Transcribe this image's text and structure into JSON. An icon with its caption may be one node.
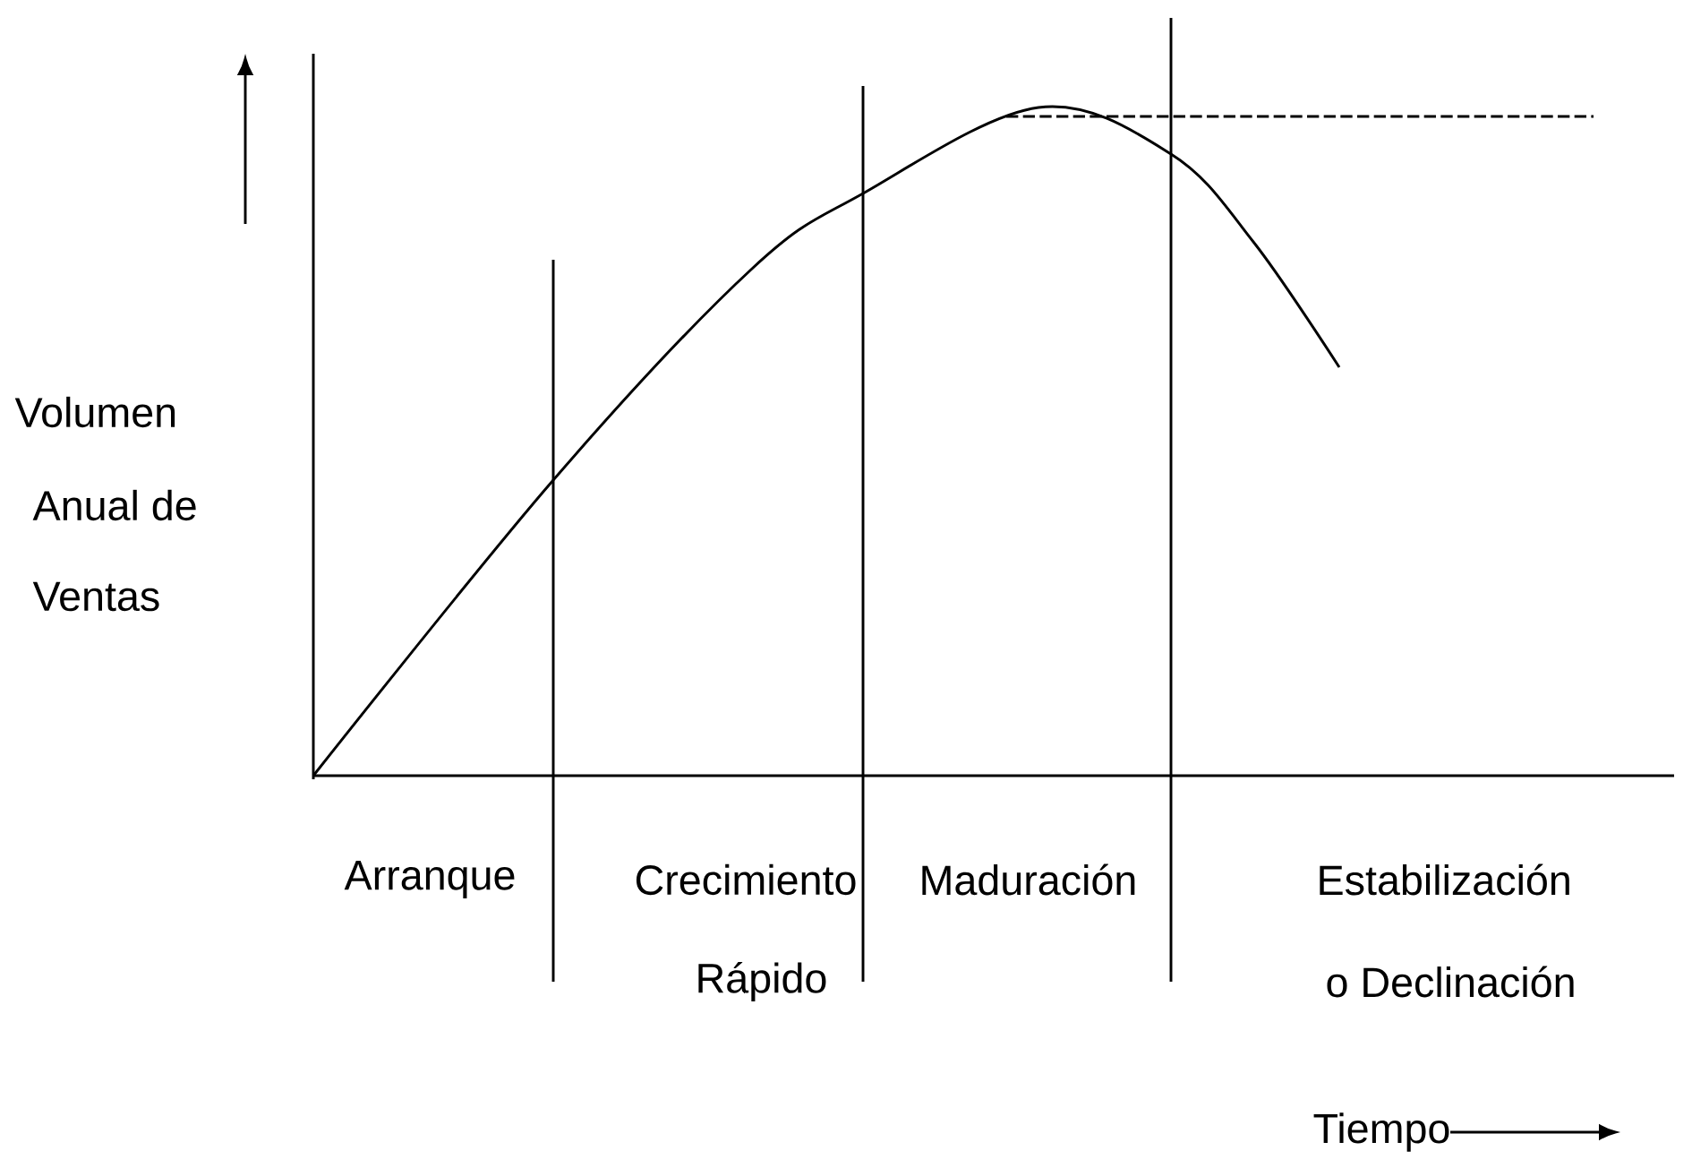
{
  "diagram": {
    "labels": [
      "Volumen",
      "Anual de",
      "Ventas",
      "Arranque",
      "Crecimiento",
      "Rápido",
      "Maduración",
      "Estabilización",
      "o Declinación",
      "Tiempo"
    ]
  }
}
